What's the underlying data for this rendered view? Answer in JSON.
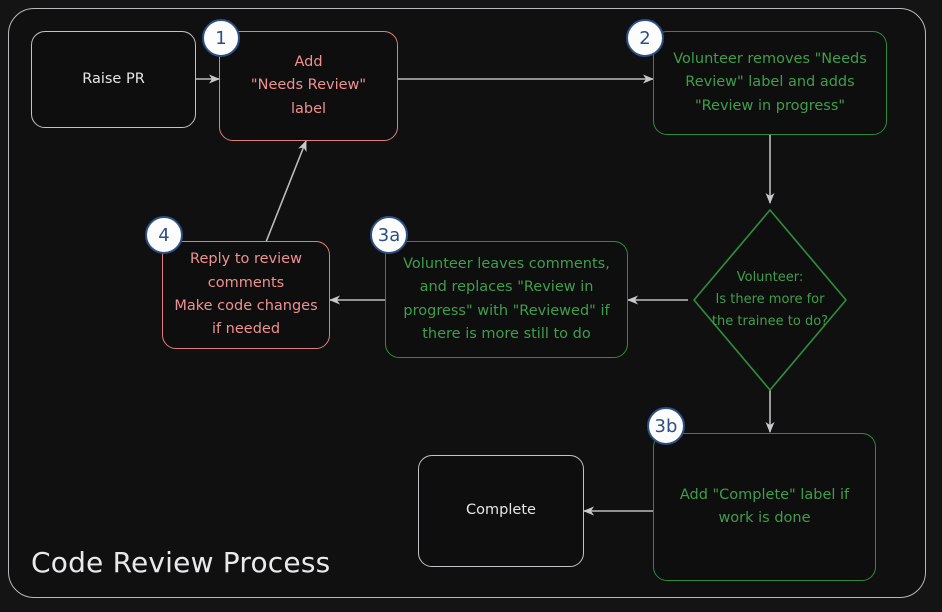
{
  "diagram": {
    "title": "Code Review Process",
    "type": "flowchart",
    "colors": {
      "background": "#141414",
      "frame_border": "#b9b9bd",
      "neutral": "#c3c3c7",
      "red": "#ef9093",
      "red_border": "#e07d80",
      "green": "#3f9e4c",
      "green_border": "#2f8a3c",
      "badge_fill": "#fdfdfd",
      "badge_stroke": "#2c4f86",
      "edge": "#bdbdc1"
    },
    "nodes": [
      {
        "id": "raise-pr",
        "label": "Raise PR",
        "shape": "rounded-rect",
        "color": "neutral"
      },
      {
        "id": "add-needs-review",
        "label": "Add\n\"Needs Review\"\nlabel",
        "shape": "rounded-rect",
        "color": "red",
        "badge": "1"
      },
      {
        "id": "volunteer-takes",
        "label": "Volunteer removes \"Needs\nReview\" label and adds\n\"Review in progress\"",
        "shape": "rounded-rect",
        "color": "green",
        "badge": "2"
      },
      {
        "id": "decision-more-work",
        "label": "Volunteer:\nIs there more for\nthe trainee to do?",
        "shape": "diamond",
        "color": "green"
      },
      {
        "id": "volunteer-comments",
        "label": "Volunteer leaves comments,\nand replaces \"Review in\nprogress\" with \"Reviewed\" if\nthere is more still to do",
        "shape": "rounded-rect",
        "color": "green",
        "badge": "3a"
      },
      {
        "id": "reply-to-comments",
        "label": "Reply to review\ncomments\nMake code changes\nif needed",
        "shape": "rounded-rect",
        "color": "red",
        "badge": "4"
      },
      {
        "id": "add-complete-label",
        "label": "Add \"Complete\" label if\nwork is done",
        "shape": "rounded-rect",
        "color": "green",
        "badge": "3b"
      },
      {
        "id": "complete",
        "label": "Complete",
        "shape": "rounded-rect",
        "color": "neutral"
      }
    ],
    "edges": [
      {
        "from": "raise-pr",
        "to": "add-needs-review"
      },
      {
        "from": "add-needs-review",
        "to": "volunteer-takes"
      },
      {
        "from": "volunteer-takes",
        "to": "decision-more-work"
      },
      {
        "from": "decision-more-work",
        "to": "volunteer-comments"
      },
      {
        "from": "decision-more-work",
        "to": "add-complete-label"
      },
      {
        "from": "volunteer-comments",
        "to": "reply-to-comments"
      },
      {
        "from": "reply-to-comments",
        "to": "add-needs-review"
      },
      {
        "from": "add-complete-label",
        "to": "complete"
      }
    ],
    "badges": {
      "step1": "1",
      "step2": "2",
      "step3a": "3a",
      "step3b": "3b",
      "step4": "4"
    }
  }
}
